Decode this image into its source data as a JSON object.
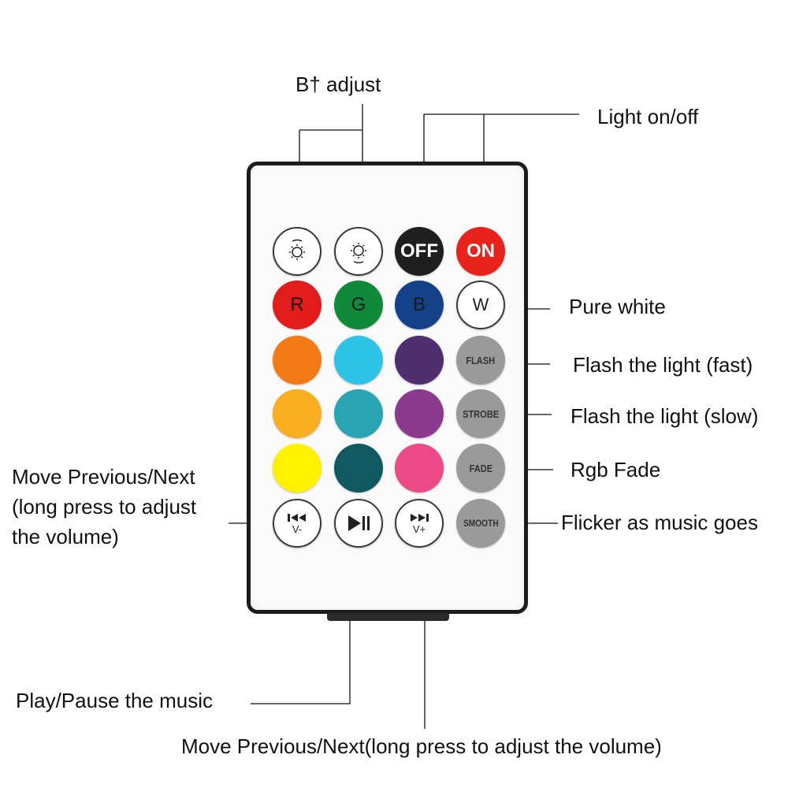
{
  "labels": {
    "bt_adjust": "B† adjust",
    "light_onoff": "Light on/off",
    "pure_white": "Pure white",
    "flash_fast": "Flash the light (fast)",
    "flash_slow": "Flash the light (slow)",
    "rgb_fade": "Rgb Fade",
    "flicker_music": "Flicker as music goes",
    "move_prev_next_left": [
      "Move Previous/Next",
      "(long press to adjust",
      "the volume)"
    ],
    "play_pause": "Play/Pause the music",
    "move_prev_next_bottom": "Move Previous/Next(long press to adjust the volume)"
  },
  "buttons": {
    "off": "OFF",
    "on": "ON",
    "r": "R",
    "g": "G",
    "b": "B",
    "w": "W",
    "flash": "FLASH",
    "strobe": "STROBE",
    "fade": "FADE",
    "smooth": "SMOOTH",
    "vol_down": "V-",
    "vol_up": "V+"
  },
  "icons": {
    "brightness_down": "brightness-down-icon",
    "brightness_up": "brightness-up-icon",
    "previous": "previous-track-icon",
    "play_pause": "play-pause-icon",
    "next": "next-track-icon"
  },
  "colors": {
    "off": "#1f1f1f",
    "on": "#e8231b",
    "red": "#e41b1b",
    "green": "#0f8a3a",
    "blue": "#14428a",
    "orange": "#f37a14",
    "cyan": "#2ec4e8",
    "purple_dark": "#4f2f6e",
    "amber": "#f8ae1e",
    "teal": "#2aa3b3",
    "purple": "#8b3a8f",
    "yellow": "#fff200",
    "dark_teal": "#0f5a60",
    "pink": "#ec4a86",
    "gray": "#9a9a9a"
  }
}
